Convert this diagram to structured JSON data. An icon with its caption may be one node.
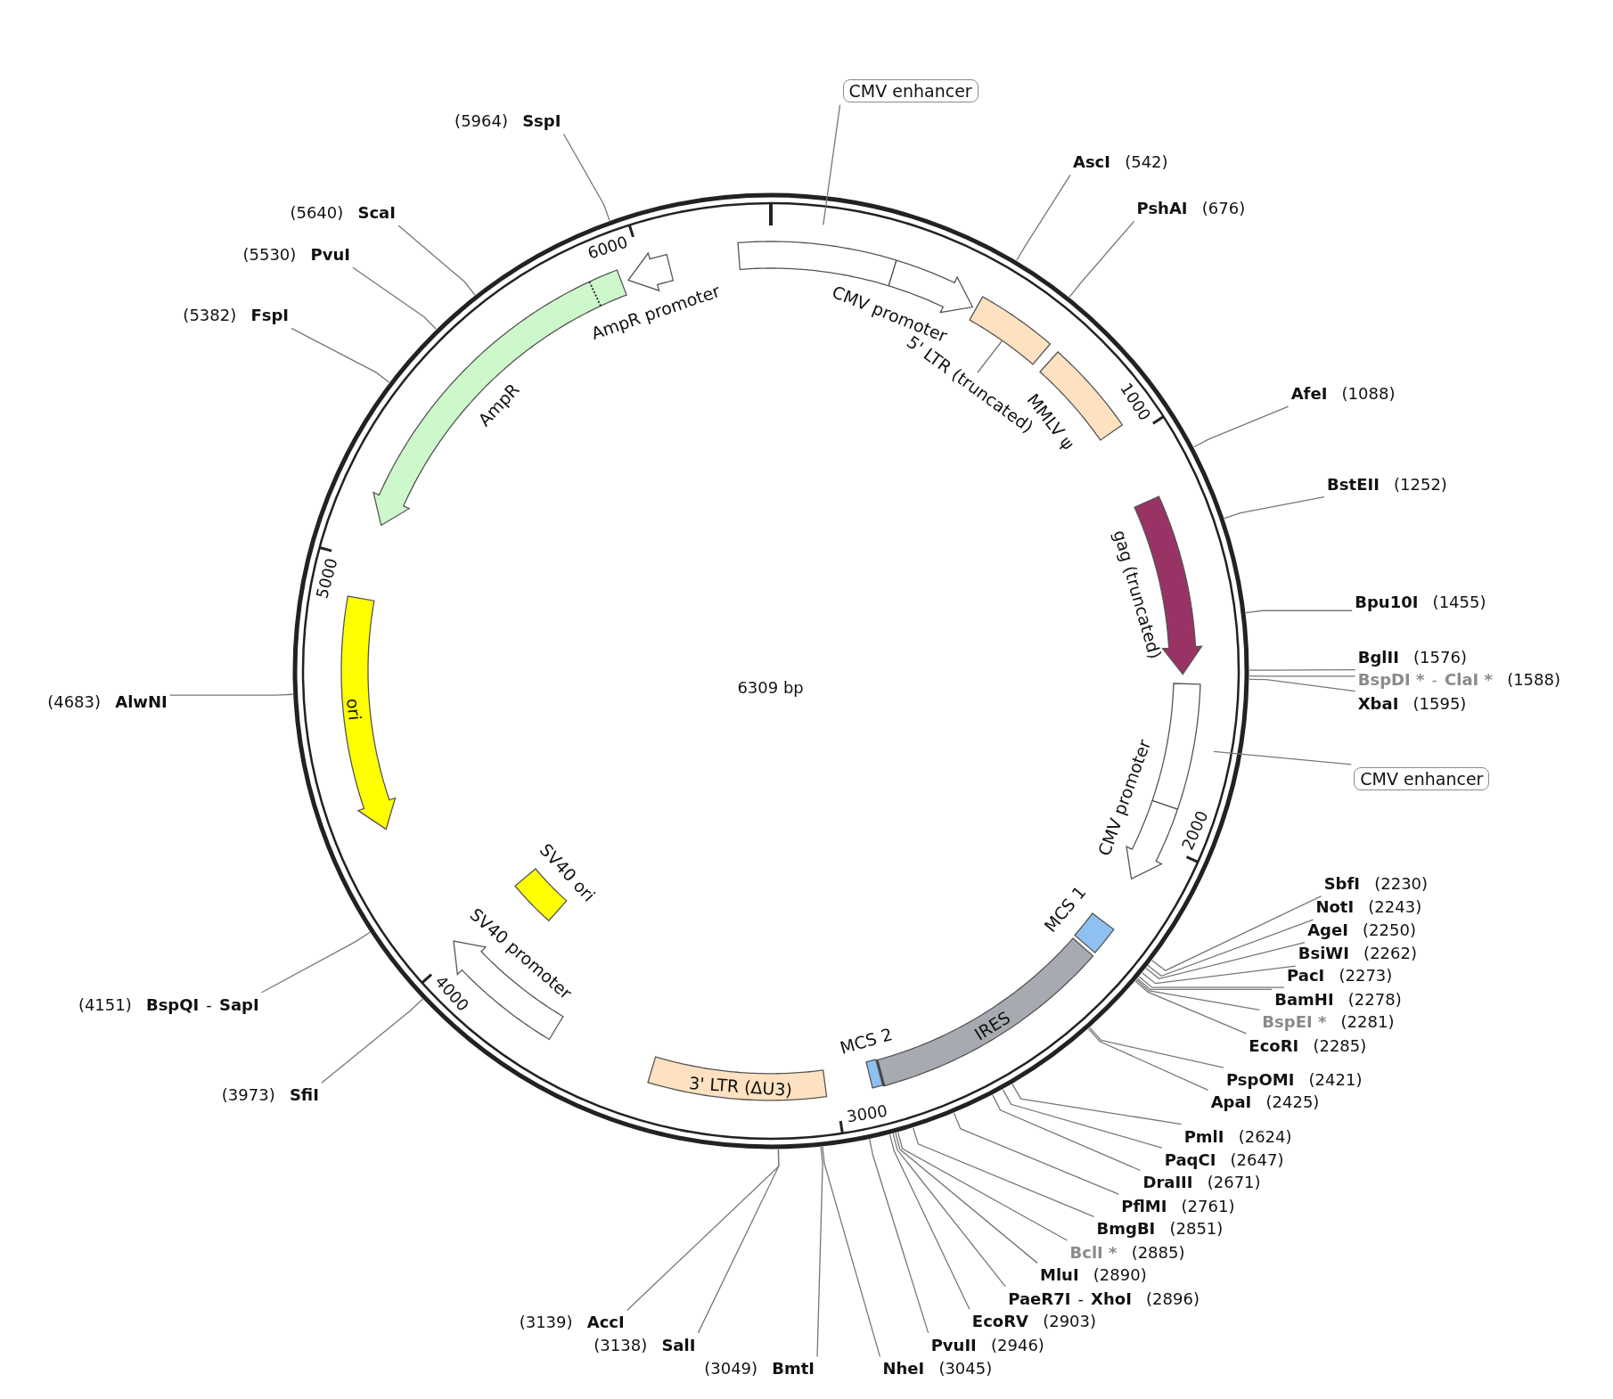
{
  "diagram": {
    "nodes": [
      {
        "text": [
          "CMV enhancer"
        ]
      },
      {
        "text": [
          "CMV promoter"
        ]
      },
      {
        "text": [],
        "shape": "box"
      },
      {
        "text": [
          "5' LTR (truncated)"
        ]
      },
      {
        "text": [
          "MMLV ψ"
        ]
      },
      {
        "text": [
          "gag (truncated)"
        ]
      },
      {
        "text": [
          "CMV promoter"
        ]
      },
      {
        "text": [
          "CMV enhancer"
        ]
      },
      {
        "text": [
          "MCS 1"
        ]
      },
      {
        "text": [
          "IRES"
        ]
      },
      {
        "text": [
          "MCS 2"
        ]
      },
      {
        "text": [
          "3' LTR (ΔU3)"
        ]
      },
      {
        "text": [
          "SV40 promoter"
        ]
      },
      {
        "text": [
          "SV40 ori"
        ]
      },
      {
        "text": [
          "ori"
        ]
      },
      {
        "text": [
          "AmpR"
        ]
      },
      {
        "text": [
          "AmpR promoter"
        ]
      },
      {
        "text": [
          "(5964)",
          "SspI"
        ]
      },
      {
        "text": [
          "(5640)",
          "ScaI"
        ]
      },
      {
        "text": [
          "(5530)",
          "PvuI"
        ]
      },
      {
        "text": [
          "(5382)",
          "FspI"
        ]
      },
      {
        "text": [
          "AscI",
          "(542)"
        ]
      },
      {
        "text": [
          "PshAI",
          "(676)"
        ]
      },
      {
        "text": [
          "AfeI",
          "(1088)"
        ]
      },
      {
        "text": [
          "BstEII",
          "(1252)"
        ]
      },
      {
        "text": [
          "Bpu10I",
          "(1455)"
        ]
      },
      {
        "text": [
          "BglII",
          "(1576)"
        ]
      },
      {
        "text": [
          "BspDI *",
          "-",
          "ClaI *",
          "(1588)"
        ]
      },
      {
        "text": [
          "XbaI",
          "(1595)"
        ]
      },
      {
        "text": [
          "(4683)",
          "AlwNI"
        ]
      },
      {
        "text": [
          "SbfI",
          "(2230)"
        ]
      },
      {
        "text": [
          "NotI",
          "(2243)"
        ]
      },
      {
        "text": [
          "AgeI",
          "(2250)"
        ]
      },
      {
        "text": [
          "BsiWI",
          "(2262)"
        ]
      },
      {
        "text": [
          "PacI",
          "(2273)"
        ]
      },
      {
        "text": [
          "BamHI",
          "(2278)"
        ]
      },
      {
        "text": [
          "BspEI *",
          "(2281)"
        ]
      },
      {
        "text": [
          "EcoRI",
          "(2285)"
        ]
      },
      {
        "text": [
          "PspOMI",
          "(2421)"
        ]
      },
      {
        "text": [
          "ApaI",
          "(2425)"
        ]
      },
      {
        "text": [
          "PmlI",
          "(2624)"
        ]
      },
      {
        "text": [
          "PaqCI",
          "(2647)"
        ]
      },
      {
        "text": [
          "DraIII",
          "(2671)"
        ]
      },
      {
        "text": [
          "PflMI",
          "(2761)"
        ]
      },
      {
        "text": [
          "BmgBI",
          "(2851)"
        ]
      },
      {
        "text": [
          "BclI *",
          "(2885)"
        ]
      },
      {
        "text": [
          "MluI",
          "(2890)"
        ]
      },
      {
        "text": [
          "PaeR7I",
          "-",
          "XhoI",
          "(2896)"
        ]
      },
      {
        "text": [
          "EcoRV",
          "(2903)"
        ]
      },
      {
        "text": [
          "PvuII",
          "(2946)"
        ]
      },
      {
        "text": [
          "NheI",
          "(3045)"
        ]
      },
      {
        "text": [
          "(3049)",
          "BmtI"
        ]
      },
      {
        "text": [
          "(3138)",
          "SalI"
        ]
      },
      {
        "text": [
          "(3139)",
          "AccI"
        ]
      },
      {
        "text": [
          "(3973)",
          "SfiI"
        ]
      },
      {
        "text": [
          "(4151)",
          "BspQI",
          "-",
          "SapI"
        ]
      }
    ],
    "edges": [
      {
        "from": 0,
        "to": null,
        "arrow": "none"
      },
      {
        "from": 3,
        "to": 2,
        "arrow": "none"
      },
      {
        "from": 7,
        "to": null,
        "arrow": "none"
      },
      {
        "from": 17,
        "to": null,
        "arrow": "none"
      },
      {
        "from": 18,
        "to": null,
        "arrow": "none"
      },
      {
        "from": 19,
        "to": null,
        "arrow": "none"
      },
      {
        "from": 20,
        "to": null,
        "arrow": "none"
      },
      {
        "from": 21,
        "to": null,
        "arrow": "none"
      },
      {
        "from": 22,
        "to": null,
        "arrow": "none"
      },
      {
        "from": 23,
        "to": null,
        "arrow": "none"
      },
      {
        "from": 24,
        "to": null,
        "arrow": "none"
      },
      {
        "from": 25,
        "to": null,
        "arrow": "none"
      },
      {
        "from": 26,
        "to": null,
        "arrow": "none"
      },
      {
        "from": 27,
        "to": null,
        "arrow": "none"
      },
      {
        "from": 28,
        "to": null,
        "arrow": "none"
      },
      {
        "from": 29,
        "to": null,
        "arrow": "none"
      },
      {
        "from": 30,
        "to": null,
        "arrow": "none"
      },
      {
        "from": 31,
        "to": null,
        "arrow": "none"
      },
      {
        "from": 32,
        "to": null,
        "arrow": "none"
      },
      {
        "from": 33,
        "to": null,
        "arrow": "none"
      },
      {
        "from": 34,
        "to": null,
        "arrow": "none"
      },
      {
        "from": 35,
        "to": null,
        "arrow": "none"
      },
      {
        "from": 36,
        "to": null,
        "arrow": "none"
      },
      {
        "from": 37,
        "to": null,
        "arrow": "none"
      },
      {
        "from": 38,
        "to": null,
        "arrow": "none"
      },
      {
        "from": 39,
        "to": null,
        "arrow": "none"
      },
      {
        "from": 40,
        "to": null,
        "arrow": "none"
      },
      {
        "from": 41,
        "to": null,
        "arrow": "none"
      },
      {
        "from": 42,
        "to": null,
        "arrow": "none"
      },
      {
        "from": 43,
        "to": null,
        "arrow": "none"
      },
      {
        "from": 44,
        "to": null,
        "arrow": "none"
      },
      {
        "from": 45,
        "to": null,
        "arrow": "none"
      },
      {
        "from": 46,
        "to": null,
        "arrow": "none"
      },
      {
        "from": 47,
        "to": null,
        "arrow": "none"
      },
      {
        "from": 48,
        "to": null,
        "arrow": "none"
      },
      {
        "from": 49,
        "to": null,
        "arrow": "none"
      },
      {
        "from": 50,
        "to": null,
        "arrow": "none"
      },
      {
        "from": 51,
        "to": null,
        "arrow": "none"
      },
      {
        "from": 52,
        "to": null,
        "arrow": "none"
      },
      {
        "from": 53,
        "to": null,
        "arrow": "none"
      },
      {
        "from": 54,
        "to": null,
        "arrow": "none"
      },
      {
        "from": 55,
        "to": null,
        "arrow": "none"
      }
    ],
    "labels": [
      "1000",
      "2000",
      "3000",
      "4000",
      "5000",
      "6000",
      "6309 bp"
    ]
  }
}
